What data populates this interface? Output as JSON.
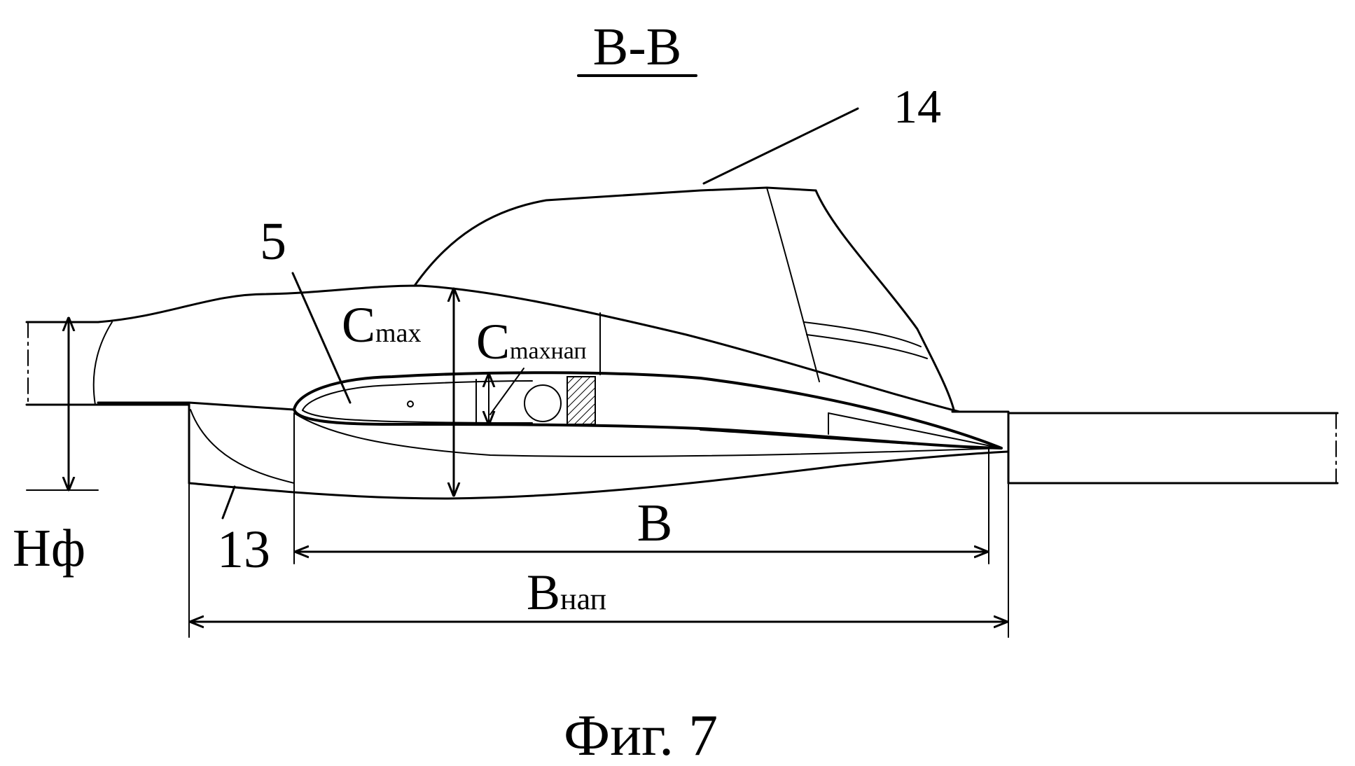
{
  "section_label": "B-B",
  "figure_caption": "Фиг. 7",
  "labels": {
    "ref_5": "5",
    "ref_13": "13",
    "ref_14": "14",
    "c_max_main": "C",
    "c_max_sub": "max",
    "c_max_nap_main": "C",
    "c_max_nap_sub": "maxнап",
    "h_f": "Hф",
    "b": "B",
    "b_nap_main": "B",
    "b_nap_sub": "нап"
  }
}
